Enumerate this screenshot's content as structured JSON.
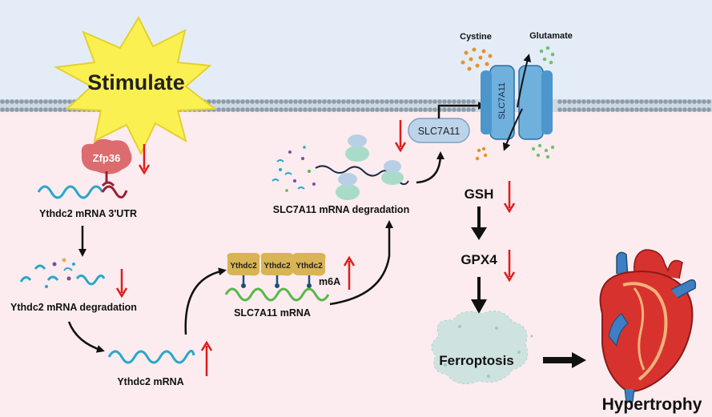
{
  "stimulate": "Stimulate",
  "zfp36": "Zfp36",
  "ythdc2_utr": "Ythdc2 mRNA 3'UTR",
  "ythdc2_degradation": "Ythdc2 mRNA degradation",
  "ythdc2_mrna": "Ythdc2 mRNA",
  "ythdc2_protein": "Ythdc2",
  "m6a": "m6A",
  "slc7a11_mrna": "SLC7A11 mRNA",
  "slc7a11_degradation": "SLC7A11 mRNA degradation",
  "slc7a11": "SLC7A11",
  "cystine": "Cystine",
  "glutamate": "Glutamate",
  "gsh": "GSH",
  "gpx4": "GPX4",
  "ferroptosis": "Ferroptosis",
  "hypertrophy": "Hypertrophy",
  "colors": {
    "extracellular": "#e4edf7",
    "intracellular": "#fcecef",
    "down_arrow": "#e01b1b",
    "up_arrow": "#e01b1b",
    "mrna": "#2aa7c9",
    "zfp36": "#dd6c6e",
    "ythdc2_protein": "#d8b454",
    "slc7a11_mrna": "#58b848",
    "transporter": "#6fb0dc"
  }
}
